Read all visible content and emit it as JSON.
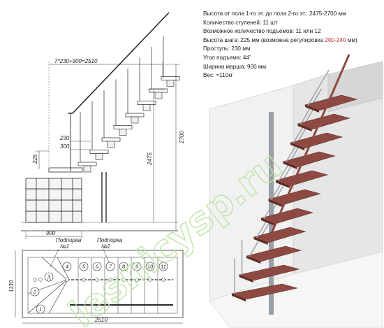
{
  "specs": {
    "floor_height": "Высота от пола 1-го эт. до пола 2-го эт.: 2475-2700 мм",
    "steps_count": "Количество ступеней: 11 шт",
    "rises_count": "Возможное количество подъемов: 11 или 12",
    "step_height_prefix": "Высота шага: 225 мм (возможна регулировка ",
    "step_height_range": "200-240",
    "step_height_suffix": " мм)",
    "going": "Проступь: 230 мм",
    "angle": "Угол подъема: 44˚",
    "width": "Ширина марша: 900 мм",
    "weight": "Вес: ≈110кг"
  },
  "side_view": {
    "top_dimension": "7*230+900=2510",
    "dim_230": "230",
    "dim_300": "300",
    "dim_225": "225",
    "dim_2475": "2475",
    "dim_2700": "2700",
    "dim_900": "900"
  },
  "plan_view": {
    "support1_title": "Подпорка",
    "support1_num": "№1",
    "support2_title": "Подпорка",
    "support2_num": "№2",
    "width_dim": "1130",
    "length_dim": "2510",
    "steps": [
      "1",
      "2",
      "3",
      "4",
      "5",
      "6",
      "7",
      "8",
      "9",
      "10",
      "11"
    ]
  },
  "watermark": "lesnicysp.ru",
  "colors": {
    "tread": "#8e4a42",
    "tread_dark": "#5e2c27",
    "wall": "#e6e6e6",
    "wall_shade": "#cfcfcf",
    "metal": "#9aa0a6",
    "line": "#2a2a2a",
    "accent_text": "#b02a2a"
  }
}
